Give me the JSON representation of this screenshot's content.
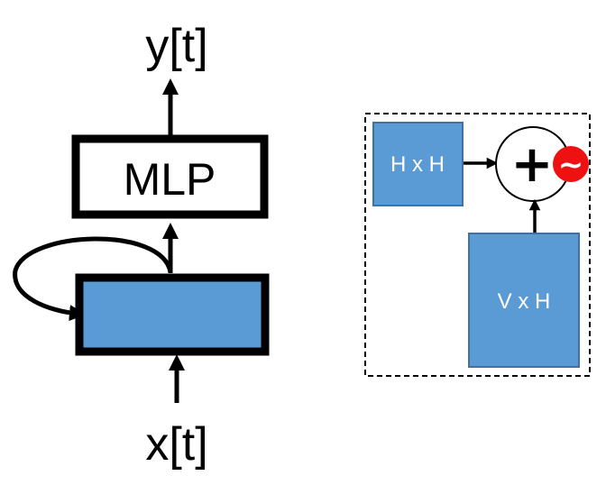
{
  "left_diagram": {
    "output_label": "y[t]",
    "mlp_label": "MLP",
    "input_label": "x[t]"
  },
  "right_diagram": {
    "recurrent_weight_label": "H x H",
    "input_weight_label": "V x H",
    "sum_symbol": "+",
    "activation_symbol": "~"
  },
  "colors": {
    "box_fill": "#5b9bd5",
    "box_stroke": "#41719c",
    "activation_fill": "#ee1111",
    "stroke": "#000000"
  }
}
